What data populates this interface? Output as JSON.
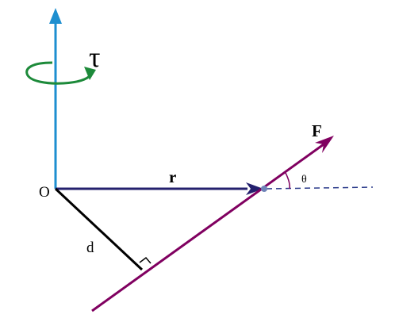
{
  "labels": {
    "torque": "τ",
    "force": "F",
    "radius": "r",
    "origin": "O",
    "distance": "d",
    "angle": "θ"
  },
  "colors": {
    "axis": "#1e8fd0",
    "rotation": "#1d8a3a",
    "radius_vector": "#24206e",
    "force_line": "#800060",
    "lever_arm": "#000000",
    "dashed": "#2a3a8a",
    "contact_point": "#6f84b8",
    "text": "#000000"
  }
}
